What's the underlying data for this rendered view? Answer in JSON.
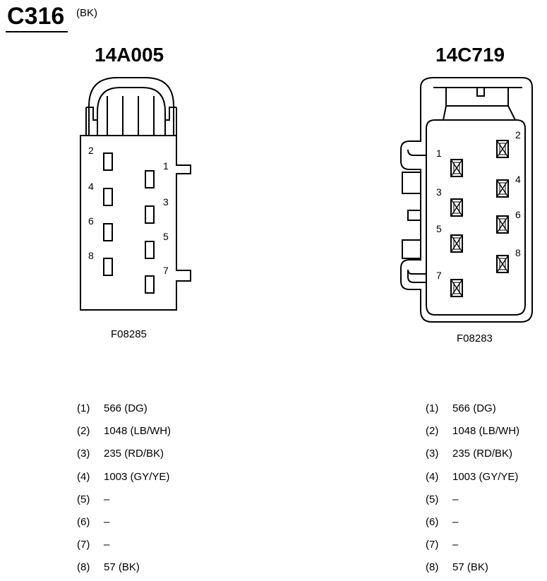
{
  "header": {
    "title": "C316",
    "color_code": "(BK)"
  },
  "connectors": [
    {
      "name": "14A005",
      "figure_code": "F08285",
      "cavity_labels": [
        "1",
        "2",
        "3",
        "4",
        "5",
        "6",
        "7",
        "8"
      ],
      "pins": [
        {
          "num": "(1)",
          "circuit": "566 (DG)"
        },
        {
          "num": "(2)",
          "circuit": "1048 (LB/WH)"
        },
        {
          "num": "(3)",
          "circuit": "235 (RD/BK)"
        },
        {
          "num": "(4)",
          "circuit": "1003 (GY/YE)"
        },
        {
          "num": "(5)",
          "circuit": "–"
        },
        {
          "num": "(6)",
          "circuit": "–"
        },
        {
          "num": "(7)",
          "circuit": "–"
        },
        {
          "num": "(8)",
          "circuit": "57 (BK)"
        }
      ]
    },
    {
      "name": "14C719",
      "figure_code": "F08283",
      "cavity_labels": [
        "1",
        "2",
        "3",
        "4",
        "5",
        "6",
        "7",
        "8"
      ],
      "pins": [
        {
          "num": "(1)",
          "circuit": "566 (DG)"
        },
        {
          "num": "(2)",
          "circuit": "1048 (LB/WH)"
        },
        {
          "num": "(3)",
          "circuit": "235 (RD/BK)"
        },
        {
          "num": "(4)",
          "circuit": "1003 (GY/YE)"
        },
        {
          "num": "(5)",
          "circuit": "–"
        },
        {
          "num": "(6)",
          "circuit": "–"
        },
        {
          "num": "(7)",
          "circuit": "–"
        },
        {
          "num": "(8)",
          "circuit": "57 (BK)"
        }
      ]
    }
  ]
}
